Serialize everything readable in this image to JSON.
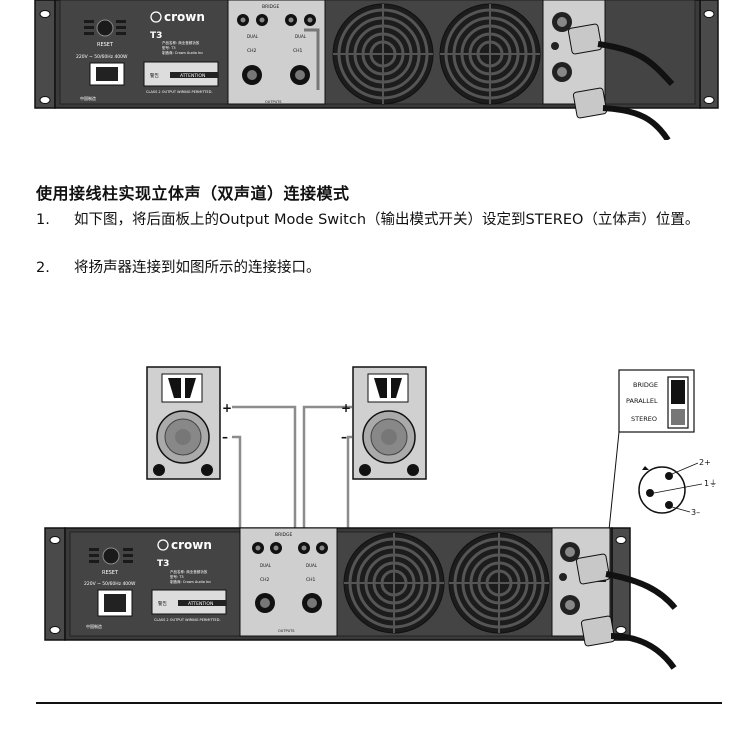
{
  "top_amp": {
    "brand": "crown",
    "model": "T3",
    "reset_label": "RESET",
    "power_rating": "220V ~ 50/60Hz 400W",
    "label_lines": [
      "产品名称: 商业音频功放",
      "型号: T3",
      "制造商: Crown Audio Inc"
    ],
    "attention_title": "ATTENTION",
    "warning_title": "警告",
    "output_note": "CLASS 2 OUTPUT WIRING PERMITTED.",
    "origin_label": "中国制造",
    "bridge_label": "BRIDGE",
    "dual_label": "DUAL",
    "ch2_label": "CH2",
    "ch1_label": "CH1",
    "outputs_label": "OUTPUTS"
  },
  "heading": "使用接线柱实现立体声（双声道）连接模式",
  "steps": [
    {
      "num": "1.",
      "text": "如下图，将后面板上的Output Mode Switch（输出模式开关）设定到STEREO（立体声）位置。"
    },
    {
      "num": "2.",
      "text": "将扬声器连接到如图所示的连接接口。"
    }
  ],
  "diagram": {
    "plus_label": "+",
    "minus_label": "–",
    "mode_switch": {
      "options": [
        "BRIDGE",
        "PARALLEL",
        "STEREO"
      ],
      "selected": "STEREO"
    },
    "xlr_pins": [
      "2+",
      "1⏚",
      "3–"
    ],
    "amp": {
      "brand": "crown",
      "model": "T3",
      "reset_label": "RESET",
      "power_rating": "220V ~ 50/60Hz 400W",
      "label_lines": [
        "产品名称: 商业音频功放",
        "型号: T3",
        "制造商: Crown Audio Inc"
      ],
      "attention_title": "ATTENTION",
      "warning_title": "警告",
      "output_note": "CLASS 2 OUTPUT WIRING PERMITTED.",
      "origin_label": "中国制造",
      "bridge_label": "BRIDGE",
      "dual_label": "DUAL",
      "ch2_label": "CH2",
      "ch1_label": "CH1",
      "outputs_label": "OUTPUTS"
    }
  },
  "colors": {
    "panel": "#3a3a3a",
    "panel_dark": "#1f1f1f",
    "wire": "#8c8c8c",
    "text": "#111111"
  }
}
